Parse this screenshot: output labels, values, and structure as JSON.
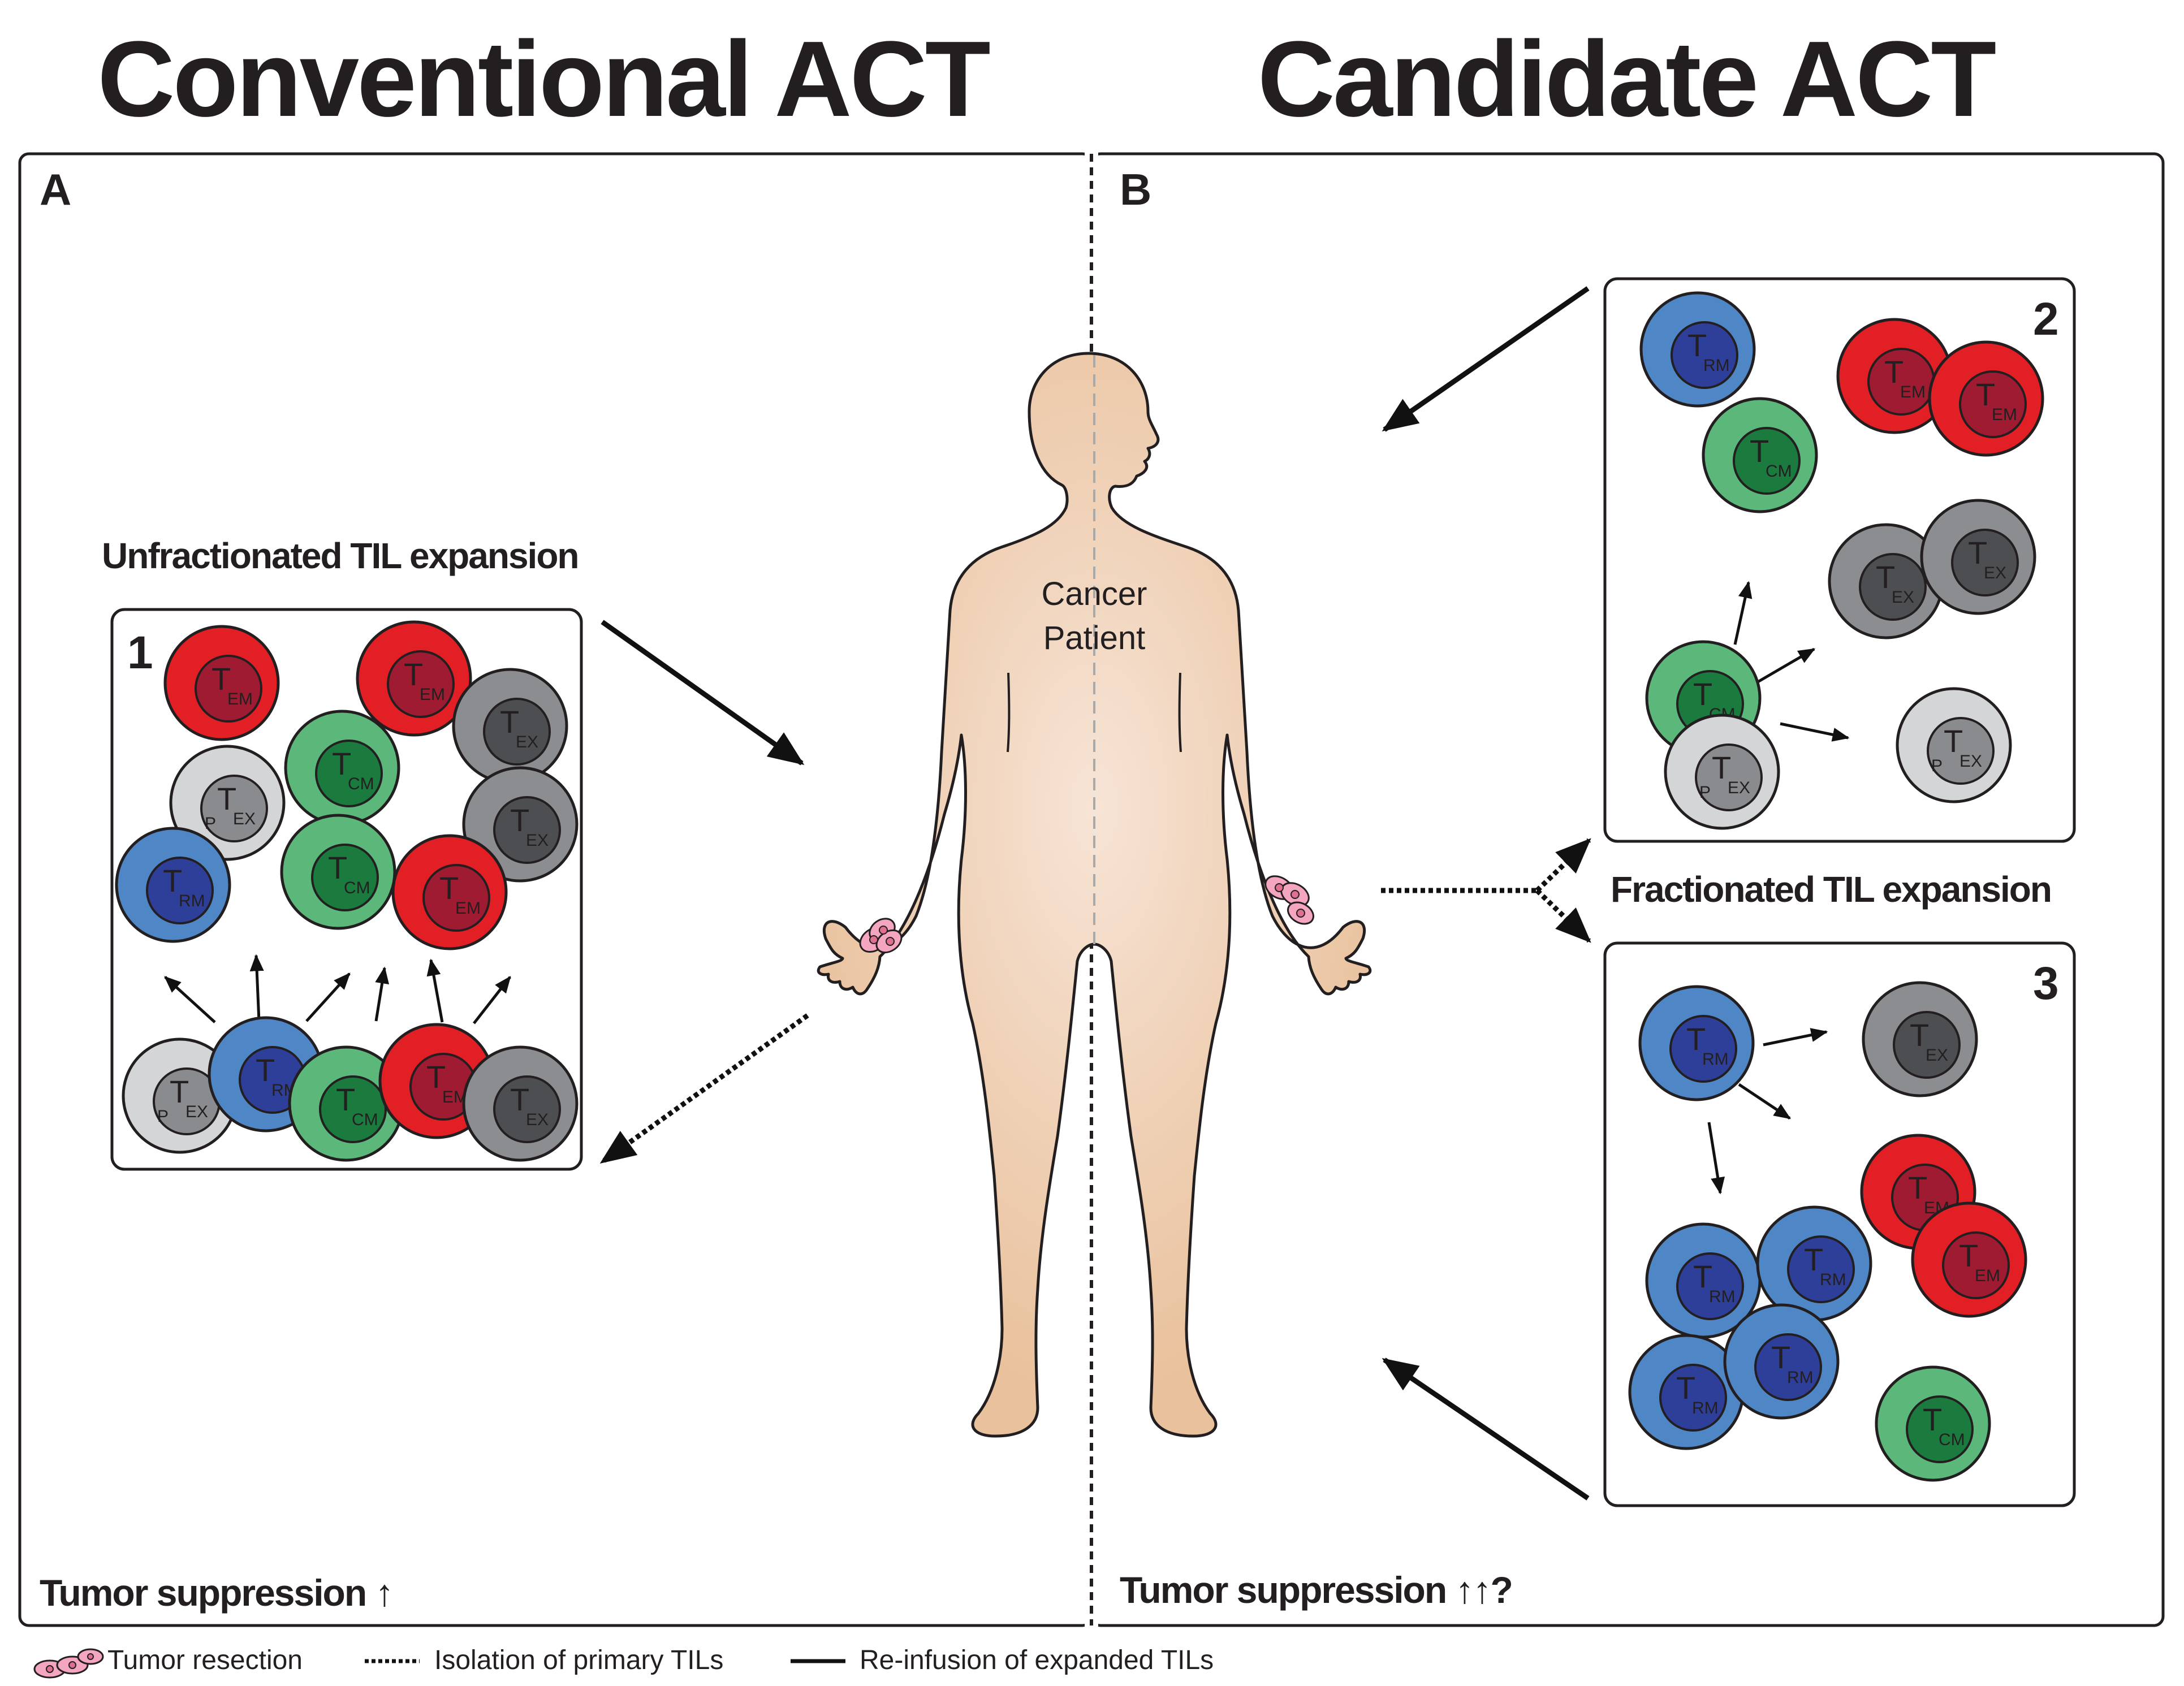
{
  "titles": {
    "left": "Conventional ACT",
    "right": "Candidate ACT"
  },
  "panels": {
    "a": {
      "letter": "A",
      "subtitle": "Unfractionated TIL expansion",
      "box_number": "1",
      "footer": "Tumor suppression ↑"
    },
    "b": {
      "letter": "B",
      "subtitle": "Fractionated TIL expansion",
      "box2_number": "2",
      "box3_number": "3",
      "footer": "Tumor suppression ↑↑?"
    }
  },
  "patient": {
    "line1": "Cancer",
    "line2": "Patient"
  },
  "legend": {
    "tumor": "Tumor resection",
    "dotted": "Isolation of primary TILs",
    "solid": "Re-infusion of expanded TILs"
  },
  "cell_types": {
    "EM": {
      "outer": "#e31f26",
      "inner": "#9e1b32",
      "T": "T",
      "sub": "EM",
      "pre": ""
    },
    "CM": {
      "outer": "#5cb87a",
      "inner": "#1b7a3d",
      "T": "T",
      "sub": "CM",
      "pre": ""
    },
    "RM": {
      "outer": "#4f86c6",
      "inner": "#2e3f9a",
      "T": "T",
      "sub": "RM",
      "pre": ""
    },
    "EX": {
      "outer": "#8c8d90",
      "inner": "#4d4e52",
      "T": "T",
      "sub": "EX",
      "pre": ""
    },
    "PEX": {
      "outer": "#d4d5d7",
      "inner": "#8a8b8e",
      "T": "T",
      "sub": "EX",
      "pre": "P"
    }
  },
  "colors": {
    "outline": "#231f20",
    "skin": "#ecc6a2",
    "tumor": "#f4a6c0"
  }
}
